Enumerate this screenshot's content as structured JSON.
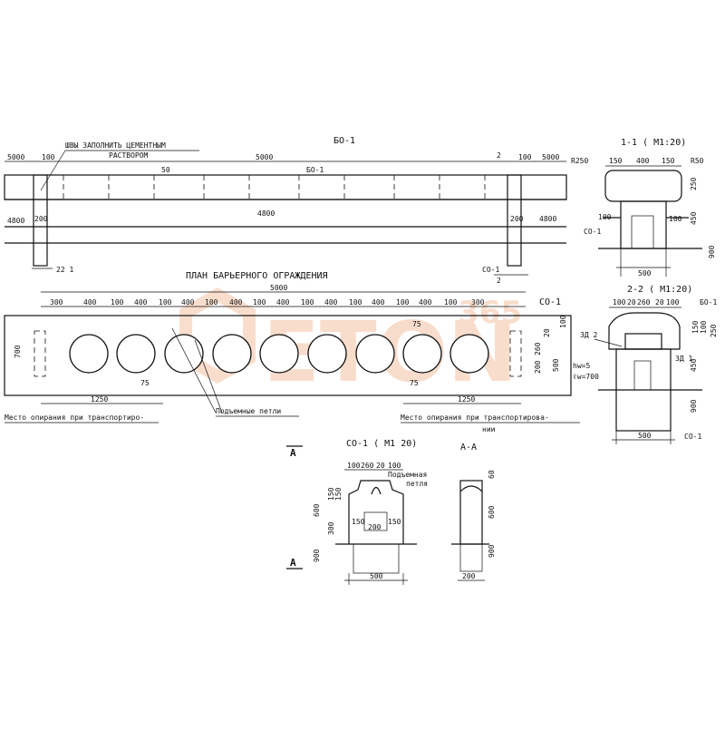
{
  "labels": {
    "fill_note": "ШВЫ ЗАПОЛНИТЬ ЦЕМЕНТНЫМ",
    "fill_note_2": "РАСТВОРОМ",
    "bo1_title": "БО-1",
    "bo1_tag": "БО-1",
    "co1_tag": "СО-1",
    "d_5000_left": "5000",
    "d_100_left": "100",
    "d_5000_mid": "5000",
    "d_50": "50",
    "d_2": "2",
    "d_100_right": "100",
    "d_5000_right": "5000",
    "d_4800_left": "4800",
    "d_200_left": "200",
    "d_4800_mid": "4800",
    "d_200_right": "200",
    "d_4800_right": "4800",
    "d_22": "22 1",
    "co1_bottom": "СО-1",
    "d_2b": "2",
    "sec11_title": "1-1  ( М1:20)",
    "s11_r250": "R250",
    "s11_150a": "150",
    "s11_400": "400",
    "s11_150b": "150",
    "s11_r50": "R50",
    "s11_250": "250",
    "s11_100a": "100",
    "s11_100b": "100",
    "s11_450": "450",
    "s11_900": "900",
    "s11_500": "500",
    "s11_co1": "СО-1",
    "plan_title": "ПЛАН БАРЬЕРНОГО ОГРАЖДЕНИЯ",
    "plan_5000": "5000",
    "plan_dims": [
      "300",
      "400",
      "100",
      "400",
      "100",
      "400",
      "100",
      "400",
      "100",
      "400",
      "100",
      "400",
      "100",
      "400",
      "100",
      "400",
      "100",
      "300"
    ],
    "plan_700": "700",
    "plan_1250_left": "1250",
    "plan_1250_right": "1250",
    "plan_75_a": "75",
    "plan_75_b": "75",
    "plan_75_c": "75",
    "plan_co1": "СО-1",
    "plan_260": "260",
    "plan_200": "200",
    "plan_20": "20",
    "plan_100": "100",
    "plan_500": "500",
    "support_left": "Место опирания при транспортиро-",
    "lifting_loops": "Подъемные петли",
    "support_right": "Место опирания при транспортирова-",
    "support_right_2": "нии",
    "sec22_title": "2-2  ( М1:20)",
    "s22_dims": [
      "100",
      "20",
      "260",
      "20",
      "100"
    ],
    "s22_bo1": "БО-1",
    "s22_za2": "ЗД 2",
    "s22_za1": "ЗД 1",
    "s22_hw": "hw=5",
    "s22_lw": "ℓw=700",
    "s22_100": "100",
    "s22_150": "150",
    "s22_250": "250",
    "s22_450": "450",
    "s22_900": "900",
    "s22_500": "500",
    "s22_co1": "СО-1",
    "co1_title": "СО-1 ( М1 20)",
    "c_dims_top": [
      "100",
      "260",
      "20",
      "100"
    ],
    "c_loop": "Подъемная",
    "c_loop_2": "петля",
    "c_600": "600",
    "c_150a": "150",
    "c_150b": "150",
    "c_300": "300",
    "c_150c": "150",
    "c_200": "200",
    "c_150d": "150",
    "c_900": "900",
    "c_500": "500",
    "c_A_top": "А",
    "c_A_bottom": "А",
    "aa_title": "А-А",
    "aa_60": "60",
    "aa_600": "600",
    "aa_900": "900",
    "aa_200": "200"
  },
  "watermark": {
    "word": "ETON",
    "number": "365",
    "color": "#f0a070"
  }
}
